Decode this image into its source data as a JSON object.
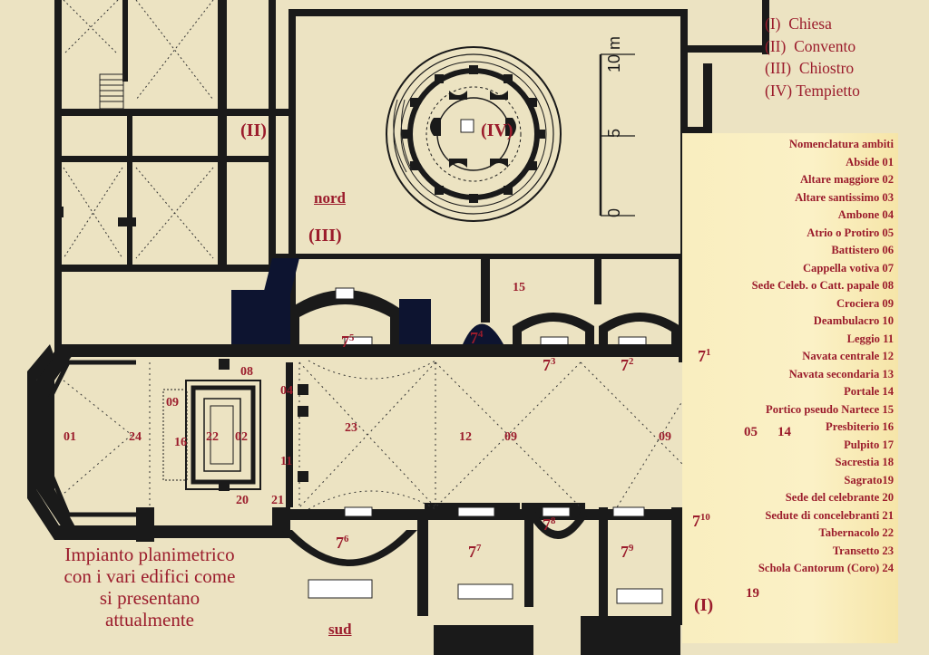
{
  "legend": {
    "items": [
      {
        "num": "(I)",
        "name": "Chiesa"
      },
      {
        "num": "(II)",
        "name": "Convento"
      },
      {
        "num": "(III)",
        "name": "Chiostro"
      },
      {
        "num": "(IV)",
        "name": "Tempietto"
      }
    ]
  },
  "scale": {
    "ticks": [
      "0",
      "5",
      "10 m"
    ]
  },
  "nomenclature": {
    "title": "Nomenclatura ambiti",
    "items": [
      "Abside 01",
      "Altare maggiore 02",
      "Altare santissimo 03",
      "Ambone 04",
      "Atrio o Protiro 05",
      "Battistero 06",
      "Cappella votiva 07",
      "Sede Celeb. o Catt. papale 08",
      "Crociera 09",
      "Deambulacro 10",
      "Leggio 11",
      "Navata centrale 12",
      "Navata secondaria 13",
      "Portale 14",
      "Portico pseudo Nartece 15",
      "Presbiterio 16",
      "Pulpito 17",
      "Sacrestia 18",
      "Sagrato19",
      "Sede del celebrante 20",
      "Sedute di concelebranti 21",
      "Tabernacolo 22",
      "Transetto 23",
      "Schola Cantorum (Coro) 24"
    ]
  },
  "caption": [
    "Impianto planimetrico",
    "con i vari edifici come",
    "si presentano",
    "attualmente"
  ],
  "labels": {
    "convento": "(II)",
    "tempietto": "(IV)",
    "chiostro": "(III)",
    "chiesa": "(I)",
    "nord": "nord",
    "sud": "sud",
    "l15": "15",
    "l08": "08",
    "l04": "04",
    "l09a": "09",
    "l01": "01",
    "l24": "24",
    "l16": "16",
    "l22": "22",
    "l02": "02",
    "l23": "23",
    "l12": "12",
    "l09b": "09",
    "l09c": "09",
    "l11": "11",
    "l20": "20",
    "l21": "21",
    "l05": "05",
    "l14": "14",
    "l19": "19",
    "c71": {
      "base": "7",
      "sup": "1"
    },
    "c72": {
      "base": "7",
      "sup": "2"
    },
    "c73": {
      "base": "7",
      "sup": "3"
    },
    "c74": {
      "base": "7",
      "sup": "4"
    },
    "c75": {
      "base": "7",
      "sup": "5"
    },
    "c76": {
      "base": "7",
      "sup": "6"
    },
    "c77": {
      "base": "7",
      "sup": "7"
    },
    "c78": {
      "base": "7",
      "sup": "8"
    },
    "c79": {
      "base": "7",
      "sup": "9"
    },
    "c710": {
      "base": "7",
      "sup": "10"
    }
  },
  "colors": {
    "wall": "#1a1a1a",
    "label": "#9b1c2c",
    "paper": "#efe6c8",
    "dark_fill": "#0d1430"
  }
}
